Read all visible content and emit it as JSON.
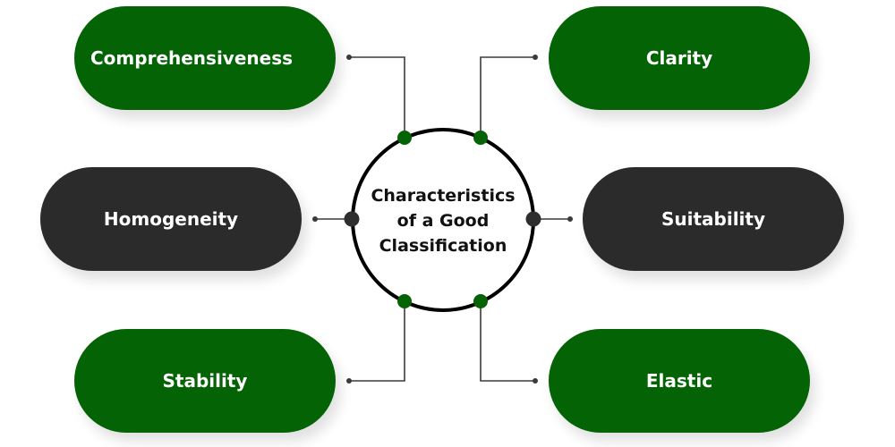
{
  "diagram": {
    "title_lines": [
      "Characteristics",
      "of a Good",
      "Classification"
    ],
    "nodes": [
      {
        "id": "comprehensiveness",
        "label": "Comprehensiveness",
        "color": "#046304"
      },
      {
        "id": "clarity",
        "label": "Clarity",
        "color": "#046304"
      },
      {
        "id": "homogeneity",
        "label": "Homogeneity",
        "color": "#2b2b2b"
      },
      {
        "id": "suitability",
        "label": "Suitability",
        "color": "#2b2b2b"
      },
      {
        "id": "stability",
        "label": "Stability",
        "color": "#046304"
      },
      {
        "id": "elastic",
        "label": "Elastic",
        "color": "#046304"
      }
    ],
    "colors": {
      "green": "#046304",
      "dark": "#2b2b2b",
      "circle_stroke": "#000000",
      "connector": "#3a3a3a"
    }
  }
}
